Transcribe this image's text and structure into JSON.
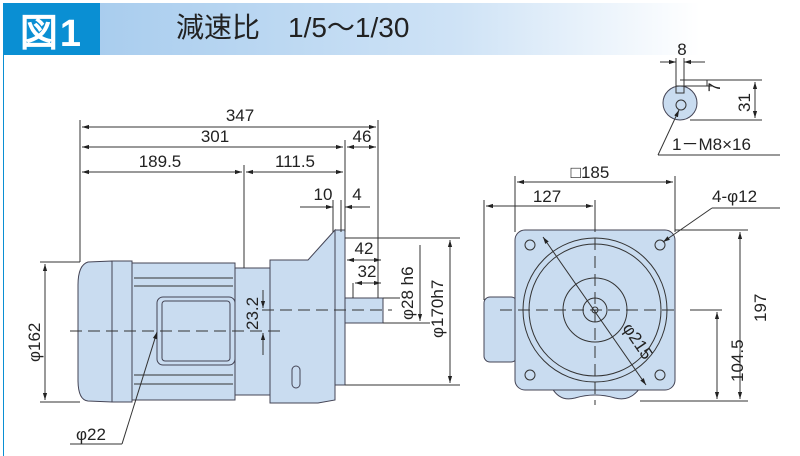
{
  "header": {
    "figure_label": "図1",
    "title": "減速比　1/5～1/30"
  },
  "side_view": {
    "overall_length": "347",
    "length_301": "301",
    "length_46": "46",
    "length_189_5": "189.5",
    "length_111_5": "111.5",
    "length_10": "10",
    "length_4": "4",
    "shaft_42": "42",
    "shaft_32": "32",
    "shaft_dia": "φ28 h6",
    "pilot_dia": "φ170h7",
    "motor_dia": "φ162",
    "offset_23_2": "23.2",
    "cable_dia": "φ22"
  },
  "front_view": {
    "square": "□185",
    "width_127": "127",
    "holes": "4-φ12",
    "pcd": "φ215",
    "height_197": "197",
    "height_104_5": "104.5"
  },
  "shaft_detail": {
    "key_8": "8",
    "key_7": "7",
    "dim_31": "31",
    "tap": "1－M8×16"
  },
  "colors": {
    "accent": "#0a8fd3",
    "body_fill": "#c9dcf0"
  }
}
